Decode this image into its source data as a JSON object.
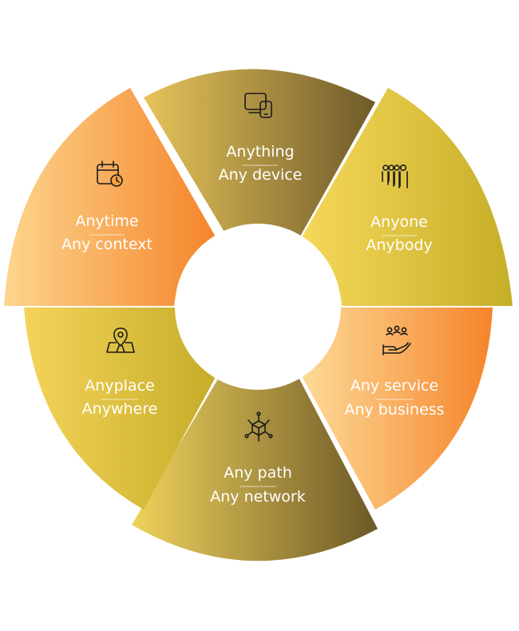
{
  "segments": [
    {
      "id": "anything",
      "line1": "Anything",
      "line2": "Any device",
      "icon": "device-icon",
      "gradient": [
        "#e6c45a",
        "#6f5a2a"
      ]
    },
    {
      "id": "anyone",
      "line1": "Anyone",
      "line2": "Anybody",
      "icon": "people-icon",
      "gradient": [
        "#f7d85a",
        "#c5ae28"
      ]
    },
    {
      "id": "any-service",
      "line1": "Any service",
      "line2": "Any business",
      "icon": "hand-service-icon",
      "gradient": [
        "#fddc9a",
        "#f5842a"
      ]
    },
    {
      "id": "any-path",
      "line1": "Any path",
      "line2": "Any network",
      "icon": "network-icon",
      "gradient": [
        "#efd25c",
        "#6c5828"
      ]
    },
    {
      "id": "anyplace",
      "line1": "Anyplace",
      "line2": "Anywhere",
      "icon": "map-pin-icon",
      "gradient": [
        "#f5d35a",
        "#c4ac27"
      ]
    },
    {
      "id": "anytime",
      "line1": "Anytime",
      "line2": "Any context",
      "icon": "calendar-clock-icon",
      "gradient": [
        "#fdd58d",
        "#f5842a"
      ]
    }
  ]
}
